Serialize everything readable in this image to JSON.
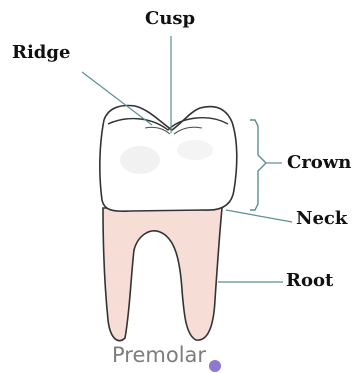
{
  "diagram": {
    "labels": {
      "cusp": "Cusp",
      "ridge": "Ridge",
      "crown": "Crown",
      "neck": "Neck",
      "root": "Root"
    },
    "caption": "Premolar"
  },
  "colors": {
    "crown_fill": "#ffffff",
    "root_fill": "#f6ddd5",
    "outline": "#333333",
    "leader_line": "#5a8f94",
    "caption_text": "#7d7d7d",
    "accent_dot": "#7a60c8"
  }
}
